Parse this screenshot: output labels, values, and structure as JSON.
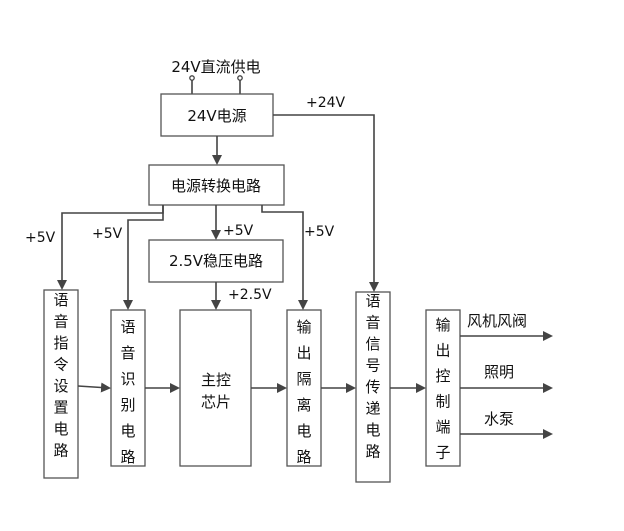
{
  "supply_label": "24V直流供电",
  "blocks": {
    "power_24v": "24V电源",
    "power_convert": "电源转换电路",
    "regulator_25v": "2.5V稳压电路",
    "voice_cmd_setup": "语音指令设置电路",
    "voice_recog": "语音识别电路",
    "main_chip": "主控芯片",
    "output_isolation": "输出隔离电路",
    "voice_signal_transfer": "语音信号传递电路",
    "output_terminal": "输出控制端子"
  },
  "rails": {
    "plus24": "+24V",
    "plus5_a": "+5V",
    "plus5_b": "+5V",
    "plus5_c": "+5V",
    "plus5_d": "+5V",
    "plus25": "+2.5V"
  },
  "outputs": {
    "fan_valve": "风机风阀",
    "lighting": "照明",
    "water_pump": "水泵"
  }
}
